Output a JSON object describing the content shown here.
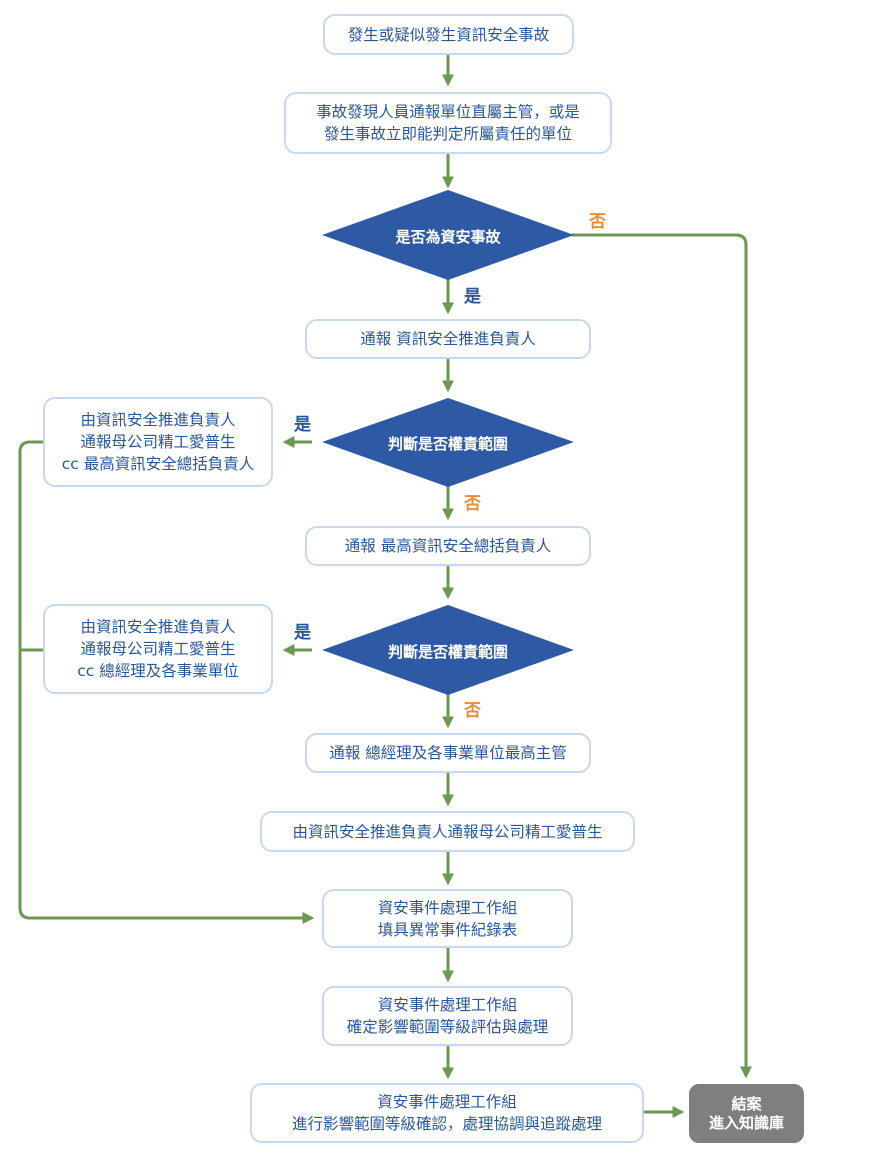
{
  "flowchart": {
    "start": "發生或疑似發生資訊安全事故",
    "report_supervisor": [
      "事故發現人員通報單位直屬主管，或是",
      "發生事故立即能判定所屬責任的單位"
    ],
    "decision_incident": "是否為資安事故",
    "notify_promoter": "通報 資訊安全推進負責人",
    "decision_scope_1": "判斷是否權責範圍",
    "side_box_1": [
      "由資訊安全推進負責人",
      "通報母公司精工愛普生",
      "cc 最高資訊安全總括負責人"
    ],
    "notify_chief": "通報 最高資訊安全總括負責人",
    "decision_scope_2": "判斷是否權責範圍",
    "side_box_2": [
      "由資訊安全推進負責人",
      "通報母公司精工愛普生",
      "cc 總經理及各事業單位"
    ],
    "notify_gm": "通報 總經理及各事業單位最高主管",
    "notify_parent": "由資訊安全推進負責人通報母公司精工愛普生",
    "team_record": [
      "資安事件處理工作組",
      "填具異常事件紀錄表"
    ],
    "team_assess": [
      "資安事件處理工作組",
      "確定影響範圍等級評估與處理"
    ],
    "team_confirm": [
      "資安事件處理工作組",
      "進行影響範圍等級確認，處理協調與追蹤處理"
    ],
    "end": [
      "結案",
      "進入知識庫"
    ],
    "labels": {
      "yes": "是",
      "no": "否"
    }
  },
  "colors": {
    "box_border": "#c6d9f1",
    "text": "#2b579a",
    "diamond": "#2e5aa5",
    "arrow": "#6a9a52",
    "no_label": "#e69035",
    "end_box": "#7f7f7f"
  }
}
